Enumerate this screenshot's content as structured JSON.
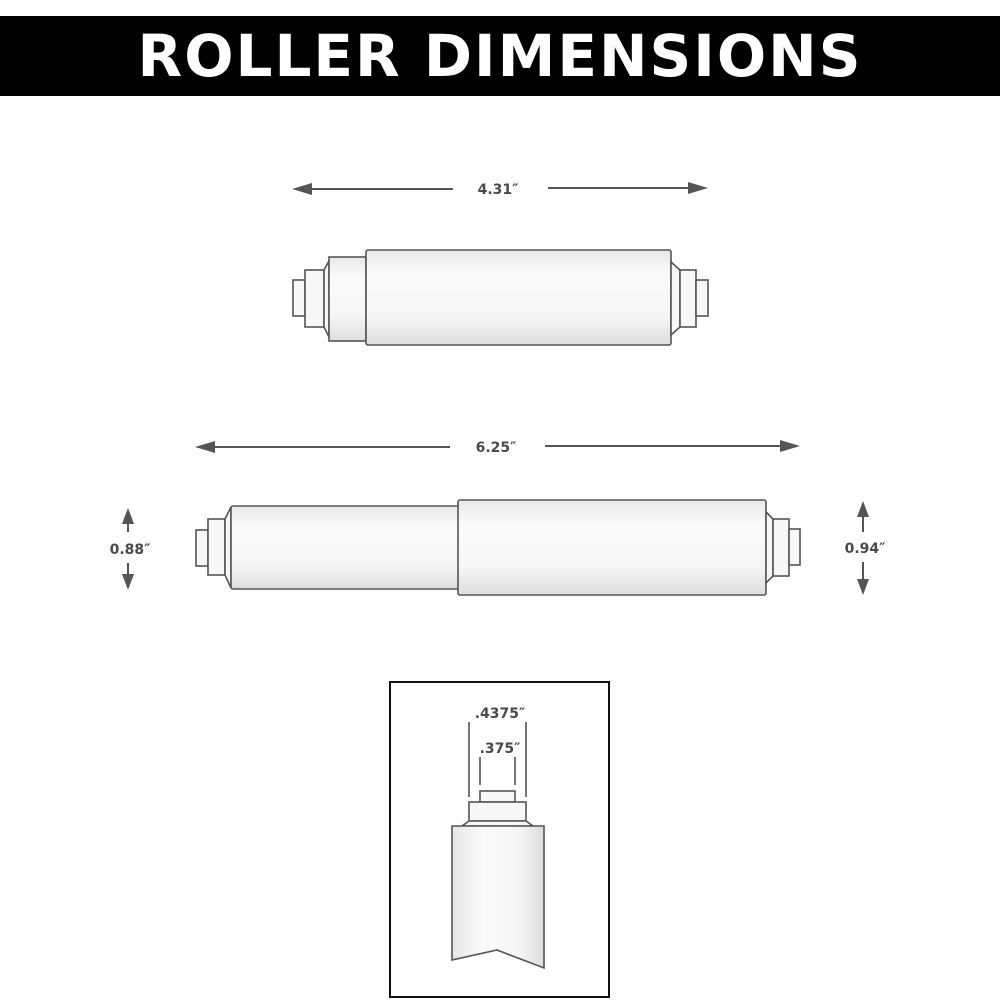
{
  "header": {
    "title": "ROLLER DIMENSIONS"
  },
  "colors": {
    "title_background": "#000000",
    "title_text": "#ffffff",
    "line": "#555555",
    "label": "#4a4a4a",
    "background": "#ffffff"
  },
  "diagram": {
    "compressed_roller": {
      "length_label": "4.31″"
    },
    "extended_roller": {
      "length_label": "6.25″",
      "left_diameter_label": "0.88″",
      "right_diameter_label": "0.94″"
    },
    "end_detail": {
      "outer_pin_label": ".4375″",
      "inner_pin_label": ".375″"
    }
  }
}
